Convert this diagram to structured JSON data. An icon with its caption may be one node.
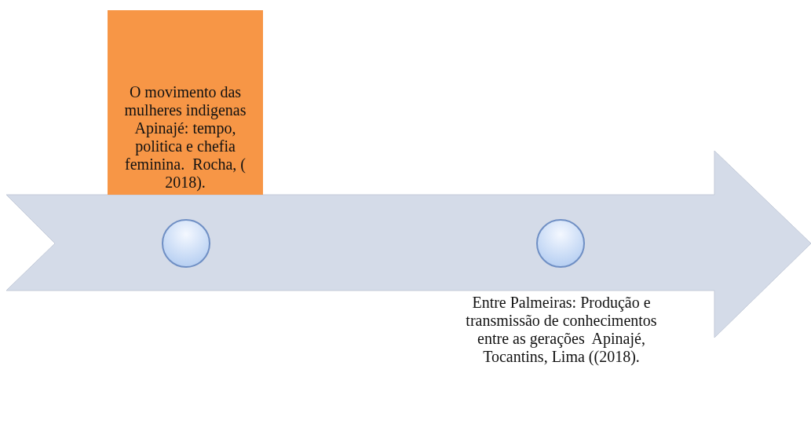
{
  "diagram": {
    "nodes": [
      {
        "text": [
          "O movimento das mulheres indigenas Apinajé: tempo, politica e chefia feminina.  Rocha, ( 2018)."
        ]
      },
      {
        "text": [],
        "shape": "circle"
      },
      {
        "text": [],
        "shape": "circle"
      }
    ],
    "labels": [
      "Entre Palmeiras: Produção e transmissão de conhecimentos entre as gerações  Apinajé, Tocantins, Lima ((2018)."
    ]
  }
}
